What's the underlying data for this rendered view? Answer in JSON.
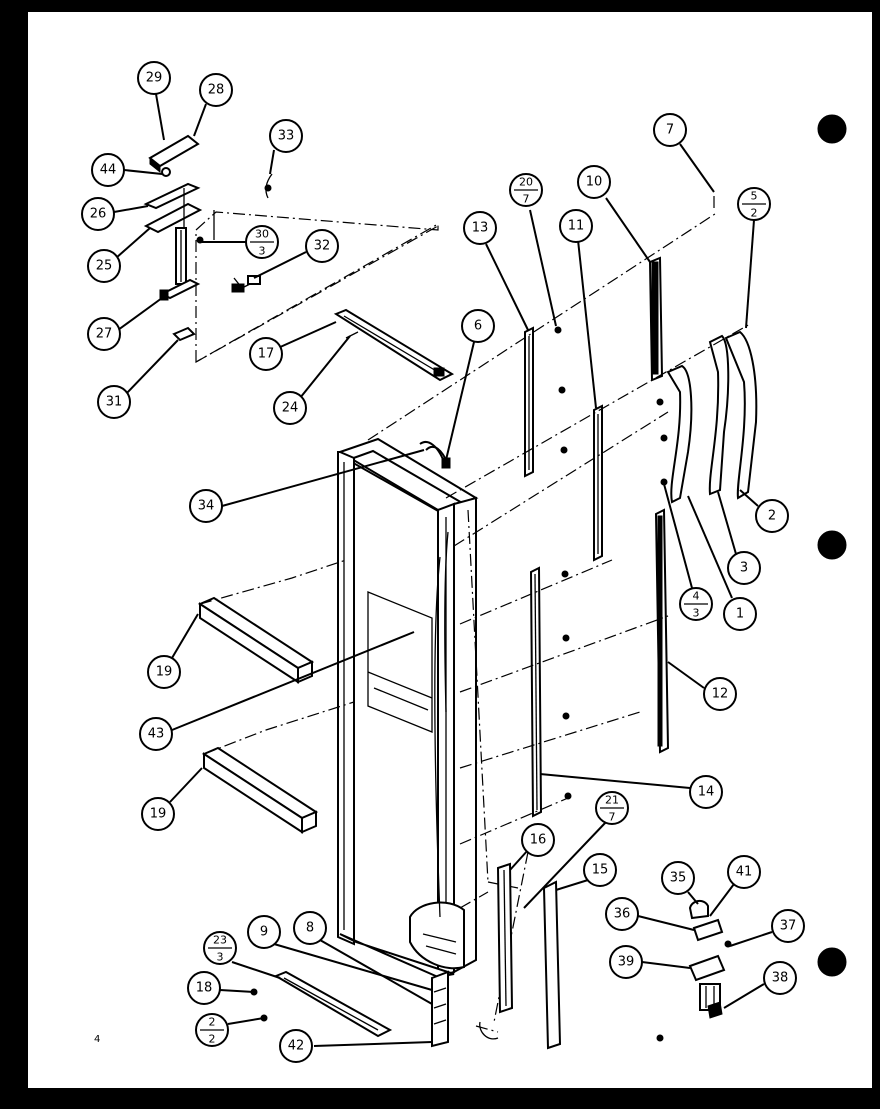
{
  "callouts": [
    {
      "id": "29",
      "label": "29"
    },
    {
      "id": "28",
      "label": "28"
    },
    {
      "id": "44",
      "label": "44"
    },
    {
      "id": "26",
      "label": "26"
    },
    {
      "id": "25",
      "label": "25"
    },
    {
      "id": "27",
      "label": "27"
    },
    {
      "id": "31",
      "label": "31"
    },
    {
      "id": "33",
      "label": "33"
    },
    {
      "id": "30",
      "top": "30",
      "bottom": "3"
    },
    {
      "id": "32",
      "label": "32"
    },
    {
      "id": "17",
      "label": "17"
    },
    {
      "id": "24",
      "label": "24"
    },
    {
      "id": "6",
      "label": "6"
    },
    {
      "id": "34",
      "label": "34"
    },
    {
      "id": "19a",
      "label": "19"
    },
    {
      "id": "43",
      "label": "43"
    },
    {
      "id": "19b",
      "label": "19"
    },
    {
      "id": "13",
      "label": "13"
    },
    {
      "id": "20",
      "top": "20",
      "bottom": "7"
    },
    {
      "id": "11",
      "label": "11"
    },
    {
      "id": "10",
      "label": "10"
    },
    {
      "id": "7",
      "label": "7"
    },
    {
      "id": "5",
      "top": "5",
      "bottom": "2"
    },
    {
      "id": "2",
      "label": "2"
    },
    {
      "id": "3",
      "label": "3"
    },
    {
      "id": "1",
      "label": "1"
    },
    {
      "id": "4",
      "top": "4",
      "bottom": "3"
    },
    {
      "id": "12",
      "label": "12"
    },
    {
      "id": "14",
      "label": "14"
    },
    {
      "id": "21",
      "top": "21",
      "bottom": "7"
    },
    {
      "id": "16",
      "label": "16"
    },
    {
      "id": "15",
      "label": "15"
    },
    {
      "id": "35",
      "label": "35"
    },
    {
      "id": "41",
      "label": "41"
    },
    {
      "id": "36",
      "label": "36"
    },
    {
      "id": "37",
      "label": "37"
    },
    {
      "id": "39",
      "label": "39"
    },
    {
      "id": "38",
      "label": "38"
    },
    {
      "id": "23",
      "top": "23",
      "bottom": "3"
    },
    {
      "id": "9",
      "label": "9"
    },
    {
      "id": "8",
      "label": "8"
    },
    {
      "id": "18",
      "label": "18"
    },
    {
      "id": "22",
      "top": "2",
      "bottom": "2"
    },
    {
      "id": "42",
      "label": "42"
    }
  ],
  "page_mark": "4",
  "colors": {
    "ink": "#000000",
    "paper": "#ffffff"
  }
}
